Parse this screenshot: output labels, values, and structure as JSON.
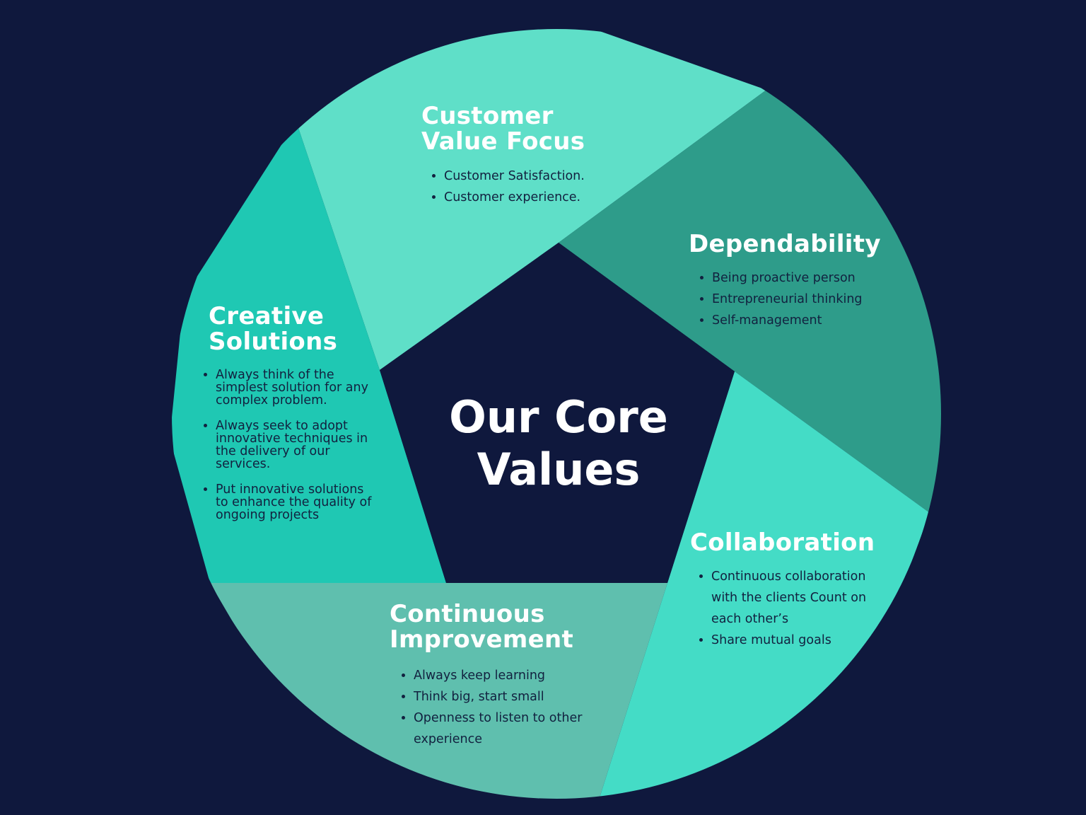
{
  "title_line1": "Our Core",
  "title_line2": "Values",
  "colors": {
    "background": "#0f183d",
    "title_text": "#ffffff",
    "body_text": "#12213f"
  },
  "segments": [
    {
      "id": "customer-value-focus",
      "title_lines": [
        "Customer",
        "Value Focus"
      ],
      "color": "#5fdfc8",
      "items": [
        "Customer Satisfaction.",
        "Customer experience."
      ]
    },
    {
      "id": "dependability",
      "title_lines": [
        "Dependability"
      ],
      "color": "#2e9c8a",
      "items": [
        "Being proactive person",
        "Entrepreneurial thinking",
        "Self-management"
      ]
    },
    {
      "id": "collaboration",
      "title_lines": [
        "Collaboration"
      ],
      "color": "#44dcc6",
      "items": [
        "Continuous collaboration with the clients Count on each other’s",
        "Share mutual goals"
      ]
    },
    {
      "id": "continuous-improvement",
      "title_lines": [
        "Continuous",
        "Improvement"
      ],
      "color": "#5fbfae",
      "items": [
        "Always keep learning",
        "Think big, start small",
        "Openness to listen to other experience"
      ]
    },
    {
      "id": "creative-solutions",
      "title_lines": [
        "Creative",
        "Solutions"
      ],
      "color": "#1fc8b3",
      "items": [
        "Always think of the simplest solution for any complex problem.",
        "Always seek to adopt innovative techniques in the delivery of our services.",
        "Put innovative solutions to enhance the quality of ongoing projects"
      ]
    }
  ]
}
